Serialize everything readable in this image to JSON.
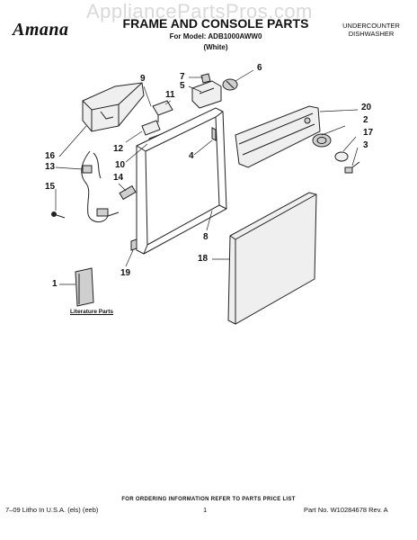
{
  "header": {
    "watermark": "AppliancePartsPros.com",
    "brand_logo": "Amana",
    "title": "FRAME AND CONSOLE PARTS",
    "model_line": "For Model: ADB1000AWW0",
    "color_line": "(White)",
    "product_type_line1": "UNDERCOUNTER",
    "product_type_line2": "DISHWASHER"
  },
  "diagram": {
    "callouts": [
      "1",
      "2",
      "3",
      "4",
      "5",
      "6",
      "7",
      "8",
      "9",
      "10",
      "11",
      "12",
      "13",
      "14",
      "15",
      "16",
      "17",
      "18",
      "19",
      "20"
    ],
    "literature_label": "Literature Parts"
  },
  "footer": {
    "ordering_note": "FOR ORDERING INFORMATION REFER TO PARTS PRICE LIST",
    "print_info": "7–09 Litho In U.S.A. (els) (eeb)",
    "page_number": "1",
    "part_number": "Part No. W10284678 Rev. A"
  },
  "colors": {
    "line": "#222222",
    "fill_light": "#efefef",
    "fill_mid": "#cfcfcf"
  }
}
